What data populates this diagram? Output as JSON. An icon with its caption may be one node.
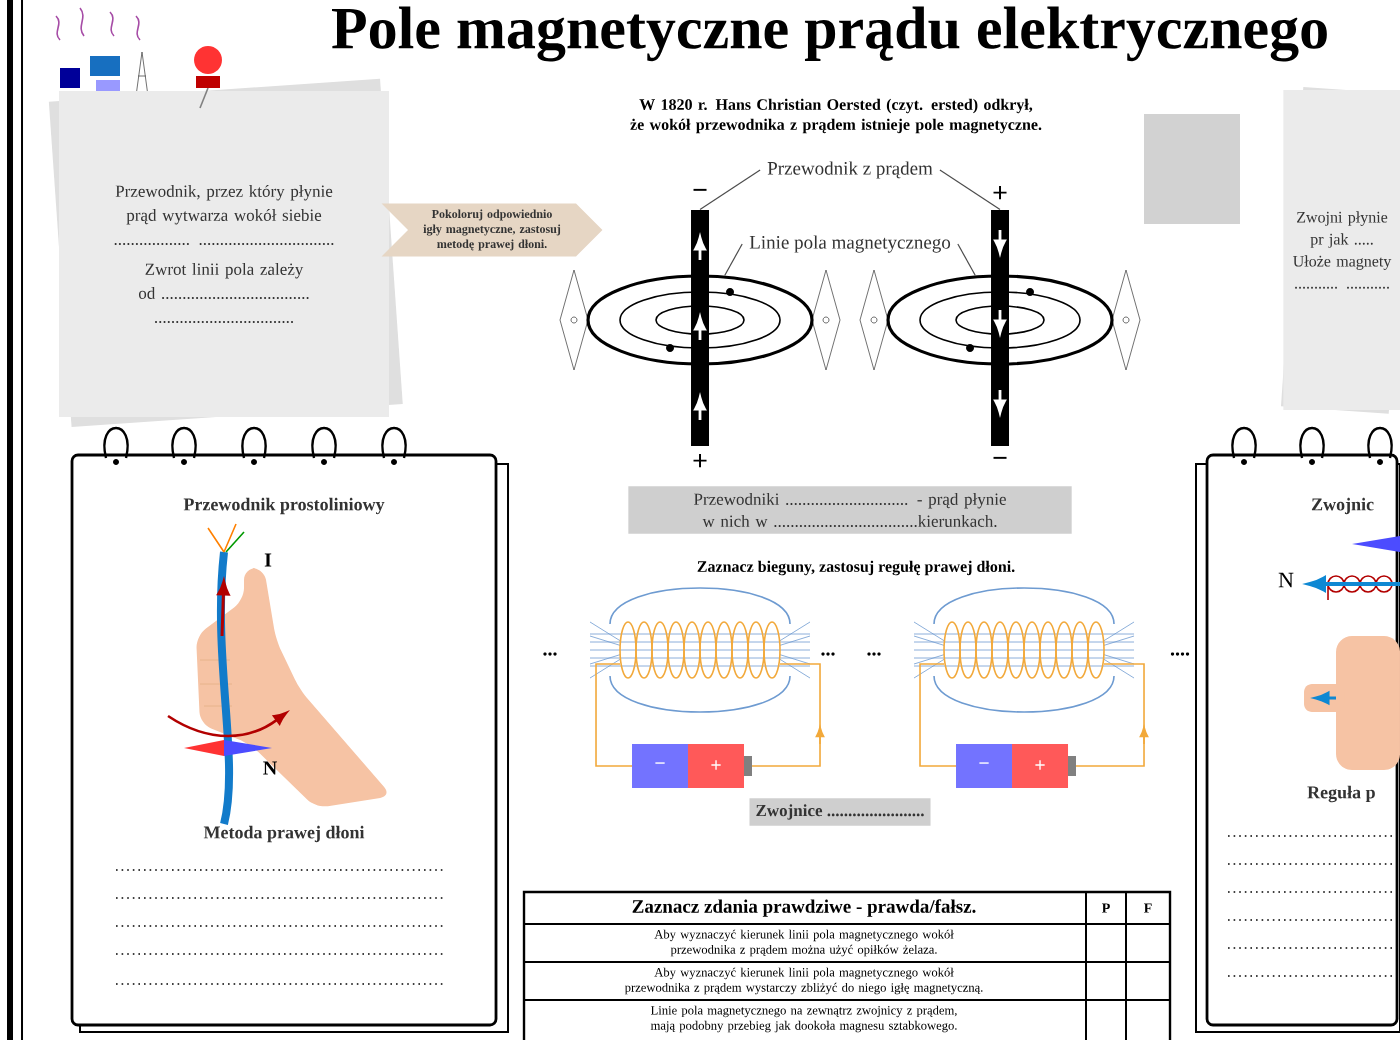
{
  "diagram": {
    "title": "Pole magnetyczne prądu elektrycznego",
    "nodes": [
      {
        "text": [
          "Przewodnik, przez który płynie prąd wytwarza wokół siebie .................. ................................",
          "Zwrot linii pola zależy od ................................... ................................."
        ]
      },
      {
        "text": [
          "Pokoloruj odpowiednio igły magnetyczne, zastosuj metodę prawej dłoni."
        ]
      },
      {
        "text": [
          "Zwojni płynie pr jak ..... Ułoże magnety ........... ..........."
        ]
      },
      {
        "text": [
          "Przewodnik prostoliniowy",
          "Metoda prawej dłoni"
        ]
      },
      {
        "text": [
          "Zwojnic",
          "Reguła p"
        ]
      },
      {
        "text": [
          "Przewodniki ............................. - prąd płynie w nich w ..................................kierunkach."
        ]
      },
      {
        "text": [
          "Zwojnice ......................."
        ]
      },
      {
        "text": [
          "Przewodnik z prądem"
        ]
      },
      {
        "text": [],
        "shape": "bar"
      },
      {
        "text": [],
        "shape": "bar"
      },
      {
        "text": [
          "Linie pola magnetycznego"
        ]
      },
      {
        "text": [],
        "shape": "ellipse"
      },
      {
        "text": [],
        "shape": "ellipse"
      }
    ],
    "edges": [
      {
        "from": 7,
        "to": 8,
        "arrow": "none"
      },
      {
        "from": 7,
        "to": 9,
        "arrow": "none"
      },
      {
        "from": 10,
        "to": 11,
        "arrow": "none"
      },
      {
        "from": 10,
        "to": 12,
        "arrow": "none"
      }
    ],
    "labels": [
      "W 1820 r. Hans Christian Oersted (czyt. ersted) odkrył, że wokół przewodnika z prądem istnieje pole magnetyczne.",
      "−",
      "+",
      "+",
      "−",
      "I",
      "N",
      "Zaznacz bieguny, zastosuj regułę prawej dłoni.",
      "...",
      "−",
      "+",
      "...",
      "...",
      "−",
      "+",
      "....",
      "N",
      "Zaznacz zdania prawdziwe - prawda/fałsz.",
      "P",
      "F",
      "Aby wyznaczyć kierunek linii pola magnetycznego wokół przewodnika z prądem można użyć opiłków żelaza.",
      "Aby wyznaczyć kierunek linii pola magnetycznego wokół przewodnika z prądem wystarczy zbliżyć do niego igłę magnetyczną.",
      "Linie pola magnetycznego na zewnątrz zwojnicy z prądem, mają podobny przebieg jak dookoła magnesu sztabkowego."
    ]
  }
}
